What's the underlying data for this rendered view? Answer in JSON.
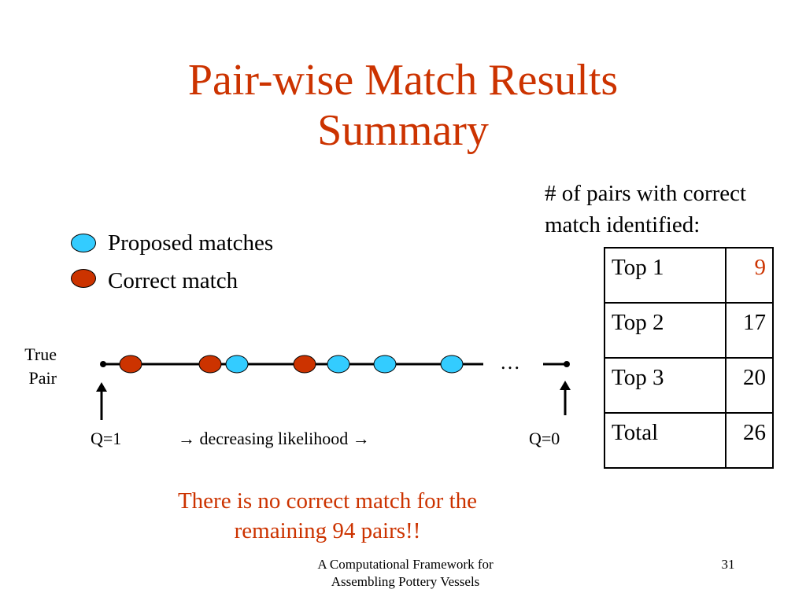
{
  "slide": {
    "title_line1": "Pair-wise Match Results",
    "title_line2": "Summary",
    "table_caption_line1": "# of pairs with correct",
    "table_caption_line2": "match identified:",
    "legend": {
      "proposed": {
        "label": "Proposed matches",
        "color": "#33ccff"
      },
      "correct": {
        "label": "Correct match",
        "color": "#cc3300"
      }
    },
    "true_pair_line1": "True",
    "true_pair_line2": "Pair",
    "q_start": "Q=1",
    "q_end": "Q=0",
    "direction_label": "→ decreasing likelihood →",
    "ellipsis": "…",
    "sequence": [
      "correct",
      "correct",
      "proposed",
      "correct",
      "proposed",
      "proposed",
      "proposed"
    ],
    "remark_line1": "There is no correct match for the",
    "remark_line2": "remaining 94 pairs!!",
    "footer_line1": "A Computational Framework for",
    "footer_line2": "Assembling Pottery Vessels",
    "page_number": "31",
    "results": [
      {
        "label": "Top 1",
        "value": "9"
      },
      {
        "label": "Top 2",
        "value": "17"
      },
      {
        "label": "Top 3",
        "value": "20"
      },
      {
        "label": "Total",
        "value": "26"
      }
    ]
  }
}
